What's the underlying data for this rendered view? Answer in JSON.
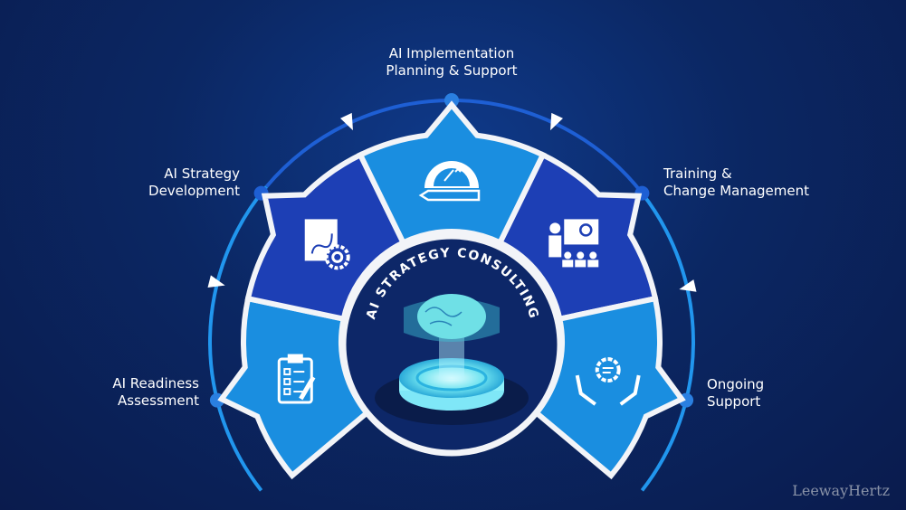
{
  "center_title": "AI STRATEGY CONSULTING",
  "steps": [
    {
      "lines": [
        "AI Readiness",
        "Assessment"
      ],
      "icon": "checklist-clipboard-icon",
      "color": "#1a8ee0"
    },
    {
      "lines": [
        "AI Strategy",
        "Development"
      ],
      "icon": "strategy-document-gear-icon",
      "color": "#1d3fb5"
    },
    {
      "lines": [
        "AI Implementation",
        "Planning & Support"
      ],
      "icon": "gear-plan-pencil-icon",
      "color": "#1a8ee0"
    },
    {
      "lines": [
        "Training &",
        "Change Management"
      ],
      "icon": "presenter-audience-icon",
      "color": "#1d3fb5"
    },
    {
      "lines": [
        "Ongoing",
        "Support"
      ],
      "icon": "hands-gear-support-icon",
      "color": "#1a8ee0"
    }
  ],
  "watermark": "LeewayHertz",
  "colors": {
    "ring": "#1e5fd4",
    "ring_light": "#2196ee",
    "border": "#f2f4f8",
    "center_bg": "#0d2768"
  }
}
